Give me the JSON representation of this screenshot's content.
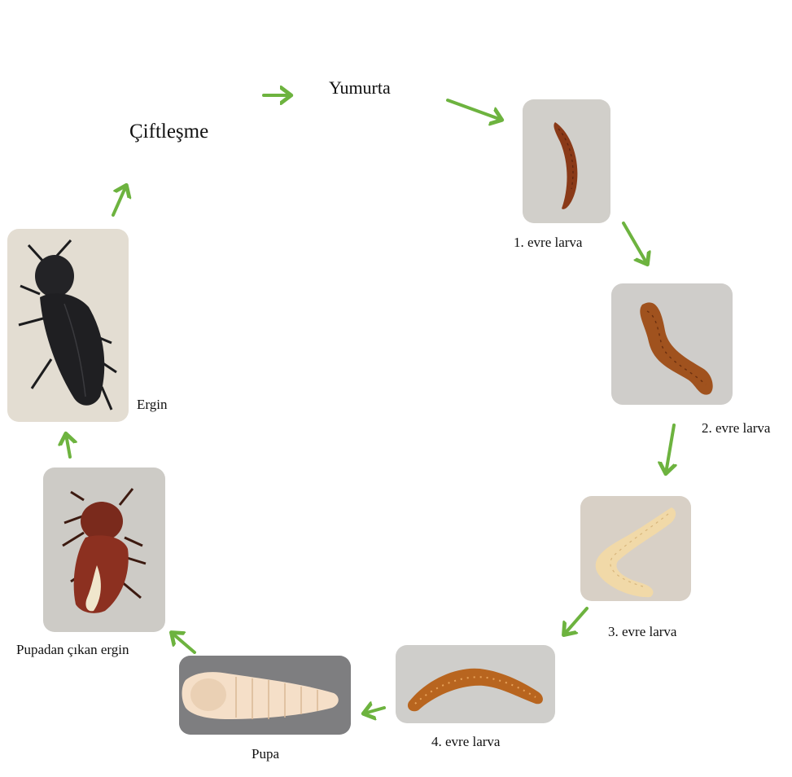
{
  "stages": [
    {
      "id": "ciftlesme",
      "label": "Çiftleşme"
    },
    {
      "id": "yumurta",
      "label": "Yumurta"
    },
    {
      "id": "larva1",
      "label": "1. evre larva",
      "icon": "larva-photo"
    },
    {
      "id": "larva2",
      "label": "2. evre larva",
      "icon": "larva-photo"
    },
    {
      "id": "larva3",
      "label": "3. evre larva",
      "icon": "larva-photo"
    },
    {
      "id": "larva4",
      "label": "4. evre larva",
      "icon": "larva-photo"
    },
    {
      "id": "pupa",
      "label": "Pupa",
      "icon": "pupa-photo"
    },
    {
      "id": "pupadan",
      "label": "Pupadan çıkan ergin",
      "icon": "teneral-beetle-photo"
    },
    {
      "id": "ergin",
      "label": "Ergin",
      "icon": "adult-beetle-photo"
    }
  ],
  "colors": {
    "arrow": "#6db33f",
    "text": "#111111",
    "photo_bg": "#d9d7d3"
  }
}
